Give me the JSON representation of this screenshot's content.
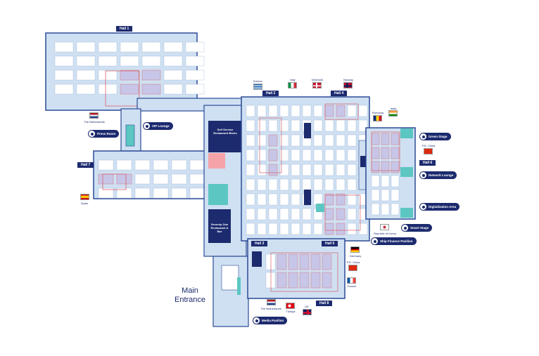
{
  "halls": {
    "hall1": "Hall 1",
    "hall2": "Hall 2",
    "hall3": "Hall 3",
    "hall4": "Hall 4",
    "hall5": "Hall 5",
    "hall6": "Hall 6",
    "hall7": "Hall 7",
    "hall8": "Hall 8"
  },
  "areas": {
    "self_service": "Self Service Restaurant Bistro",
    "seventy_one": "Seventy One Restaurant & Bar",
    "main_entrance": "Main Entrance"
  },
  "callouts": {
    "press_room": "Press Room",
    "vip_lounge": "VIP Lounge",
    "green_stage": "Green Stage",
    "network_lounge": "Network Lounge",
    "digitalization_area": "Digitalization Area",
    "smart_stage": "Smart Stage",
    "ship_finance": "Ship Finance Pavilion",
    "media_pavilion": "Media Pavilion"
  },
  "countries": {
    "netherlands_1": "The Netherlands",
    "spain": "Spain",
    "greece": "Greece",
    "italy": "Italy",
    "denmark": "Denmark",
    "norway": "Norway",
    "romania": "Romania",
    "india": "India",
    "china_1": "P.R. China",
    "korea": "Republic of Korea",
    "germany": "Germany",
    "china_2": "P.R. China",
    "france": "France",
    "uk": "UK",
    "turkiye": "Türkiye",
    "netherlands_2": "The Netherlands"
  },
  "colors": {
    "navy": "#1c2a6e",
    "floor": "#cfe0f2",
    "outline": "#2b4a96",
    "booth": "#ffffff",
    "pavilion": "#c7c6e8",
    "pavilion_border": "#d9606a",
    "teal": "#5cc6c2",
    "pink": "#f4a3a8"
  }
}
